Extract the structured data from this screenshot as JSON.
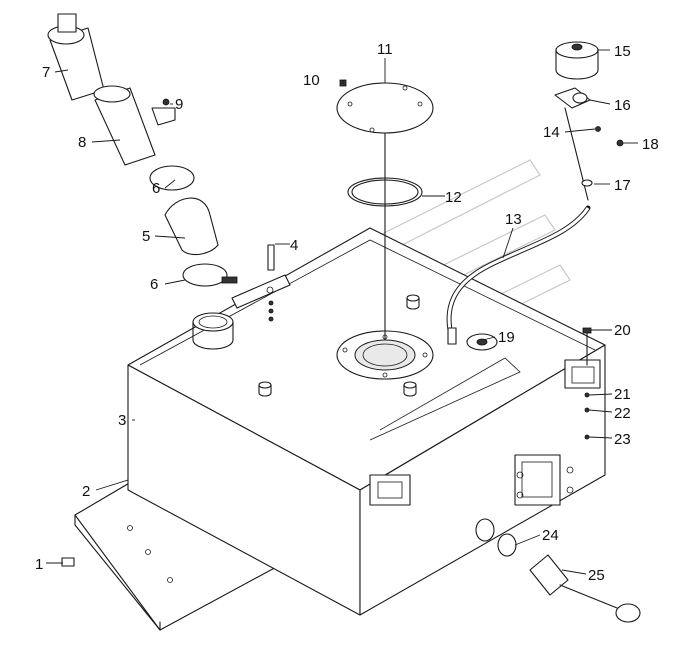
{
  "diagram": {
    "callouts": [
      {
        "id": "c1",
        "label": "1"
      },
      {
        "id": "c2",
        "label": "2"
      },
      {
        "id": "c3",
        "label": "3"
      },
      {
        "id": "c4",
        "label": "4"
      },
      {
        "id": "c5",
        "label": "5"
      },
      {
        "id": "c6a",
        "label": "6"
      },
      {
        "id": "c6b",
        "label": "6"
      },
      {
        "id": "c7",
        "label": "7"
      },
      {
        "id": "c8",
        "label": "8"
      },
      {
        "id": "c9",
        "label": "9"
      },
      {
        "id": "c10",
        "label": "10"
      },
      {
        "id": "c11",
        "label": "11"
      },
      {
        "id": "c12",
        "label": "12"
      },
      {
        "id": "c13",
        "label": "13"
      },
      {
        "id": "c14",
        "label": "14"
      },
      {
        "id": "c15",
        "label": "15"
      },
      {
        "id": "c16",
        "label": "16"
      },
      {
        "id": "c17",
        "label": "17"
      },
      {
        "id": "c18",
        "label": "18"
      },
      {
        "id": "c19",
        "label": "19"
      },
      {
        "id": "c20",
        "label": "20"
      },
      {
        "id": "c21",
        "label": "21"
      },
      {
        "id": "c22",
        "label": "22"
      },
      {
        "id": "c23",
        "label": "23"
      },
      {
        "id": "c24",
        "label": "24"
      },
      {
        "id": "c25",
        "label": "25"
      }
    ]
  }
}
